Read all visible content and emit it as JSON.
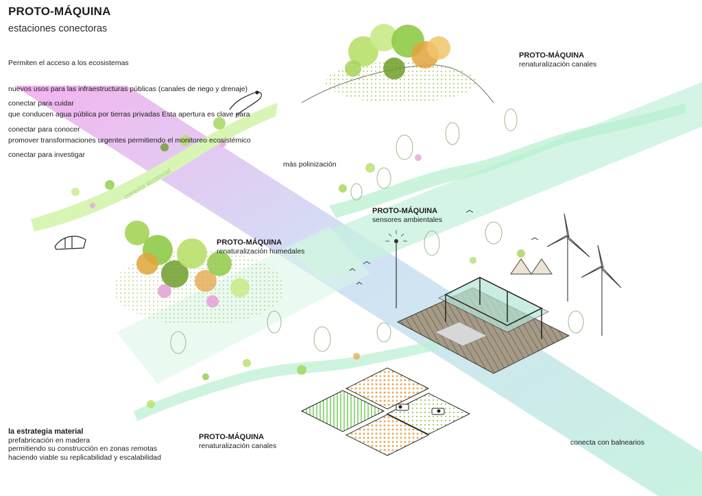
{
  "header": {
    "title": "PROTO-MÁQUINA",
    "subtitle": "estaciones conectoras"
  },
  "intro": {
    "lines": [
      "Permiten el acceso a los ecosistemas",
      "nuevos usos para las infraestructuras públicas (canales de riego y drenaje)",
      "que conducen agua pública por tierras privadas Esta apertura es clave para",
      "promover transformaciones urgentes permitiendo el monitoreo ecosistémico"
    ],
    "connect": [
      "conectar para cuidar",
      "conectar para conocer",
      "conectar para investigar"
    ]
  },
  "labels": {
    "canales_top": {
      "head": "PROTO-MÁQUINA",
      "sub": "renaturalización canales"
    },
    "sensores": {
      "head": "PROTO-MÁQUINA",
      "sub": "sensores ambientales"
    },
    "humedales": {
      "head": "PROTO-MÁQUINA",
      "sub": "renaturalización humedales"
    },
    "canales_bottom": {
      "head": "PROTO-MÁQUINA",
      "sub": "renaturalización canales"
    }
  },
  "annotations": {
    "polinizacion": "más polinización",
    "corredor": "corredor ecosocial",
    "balnearios": "conecta con balnearios"
  },
  "strategy": {
    "head": "la estrategia material",
    "lines": [
      "prefabricación en madera",
      "permitiendo su construcción en zonas remotas",
      "haciendo viable su replicabilidad y escalabilidad"
    ]
  },
  "colors": {
    "band_pink": "#f2a6ec",
    "band_blue": "#c9dcf3",
    "band_mint": "#bff0dc",
    "corridor": "#d9f5b9",
    "green_dark": "#6f9e2c",
    "green_light": "#b8e06a",
    "orange": "#e2a43c",
    "pink_flower": "#e7a4d8"
  },
  "icons": {
    "lizard": "lizard-icon",
    "armadillo": "armadillo-icon",
    "cow": "cow-icon",
    "turbine": "wind-turbine-icon",
    "bird": "bird-icon",
    "sensor": "sensor-mast-icon"
  }
}
